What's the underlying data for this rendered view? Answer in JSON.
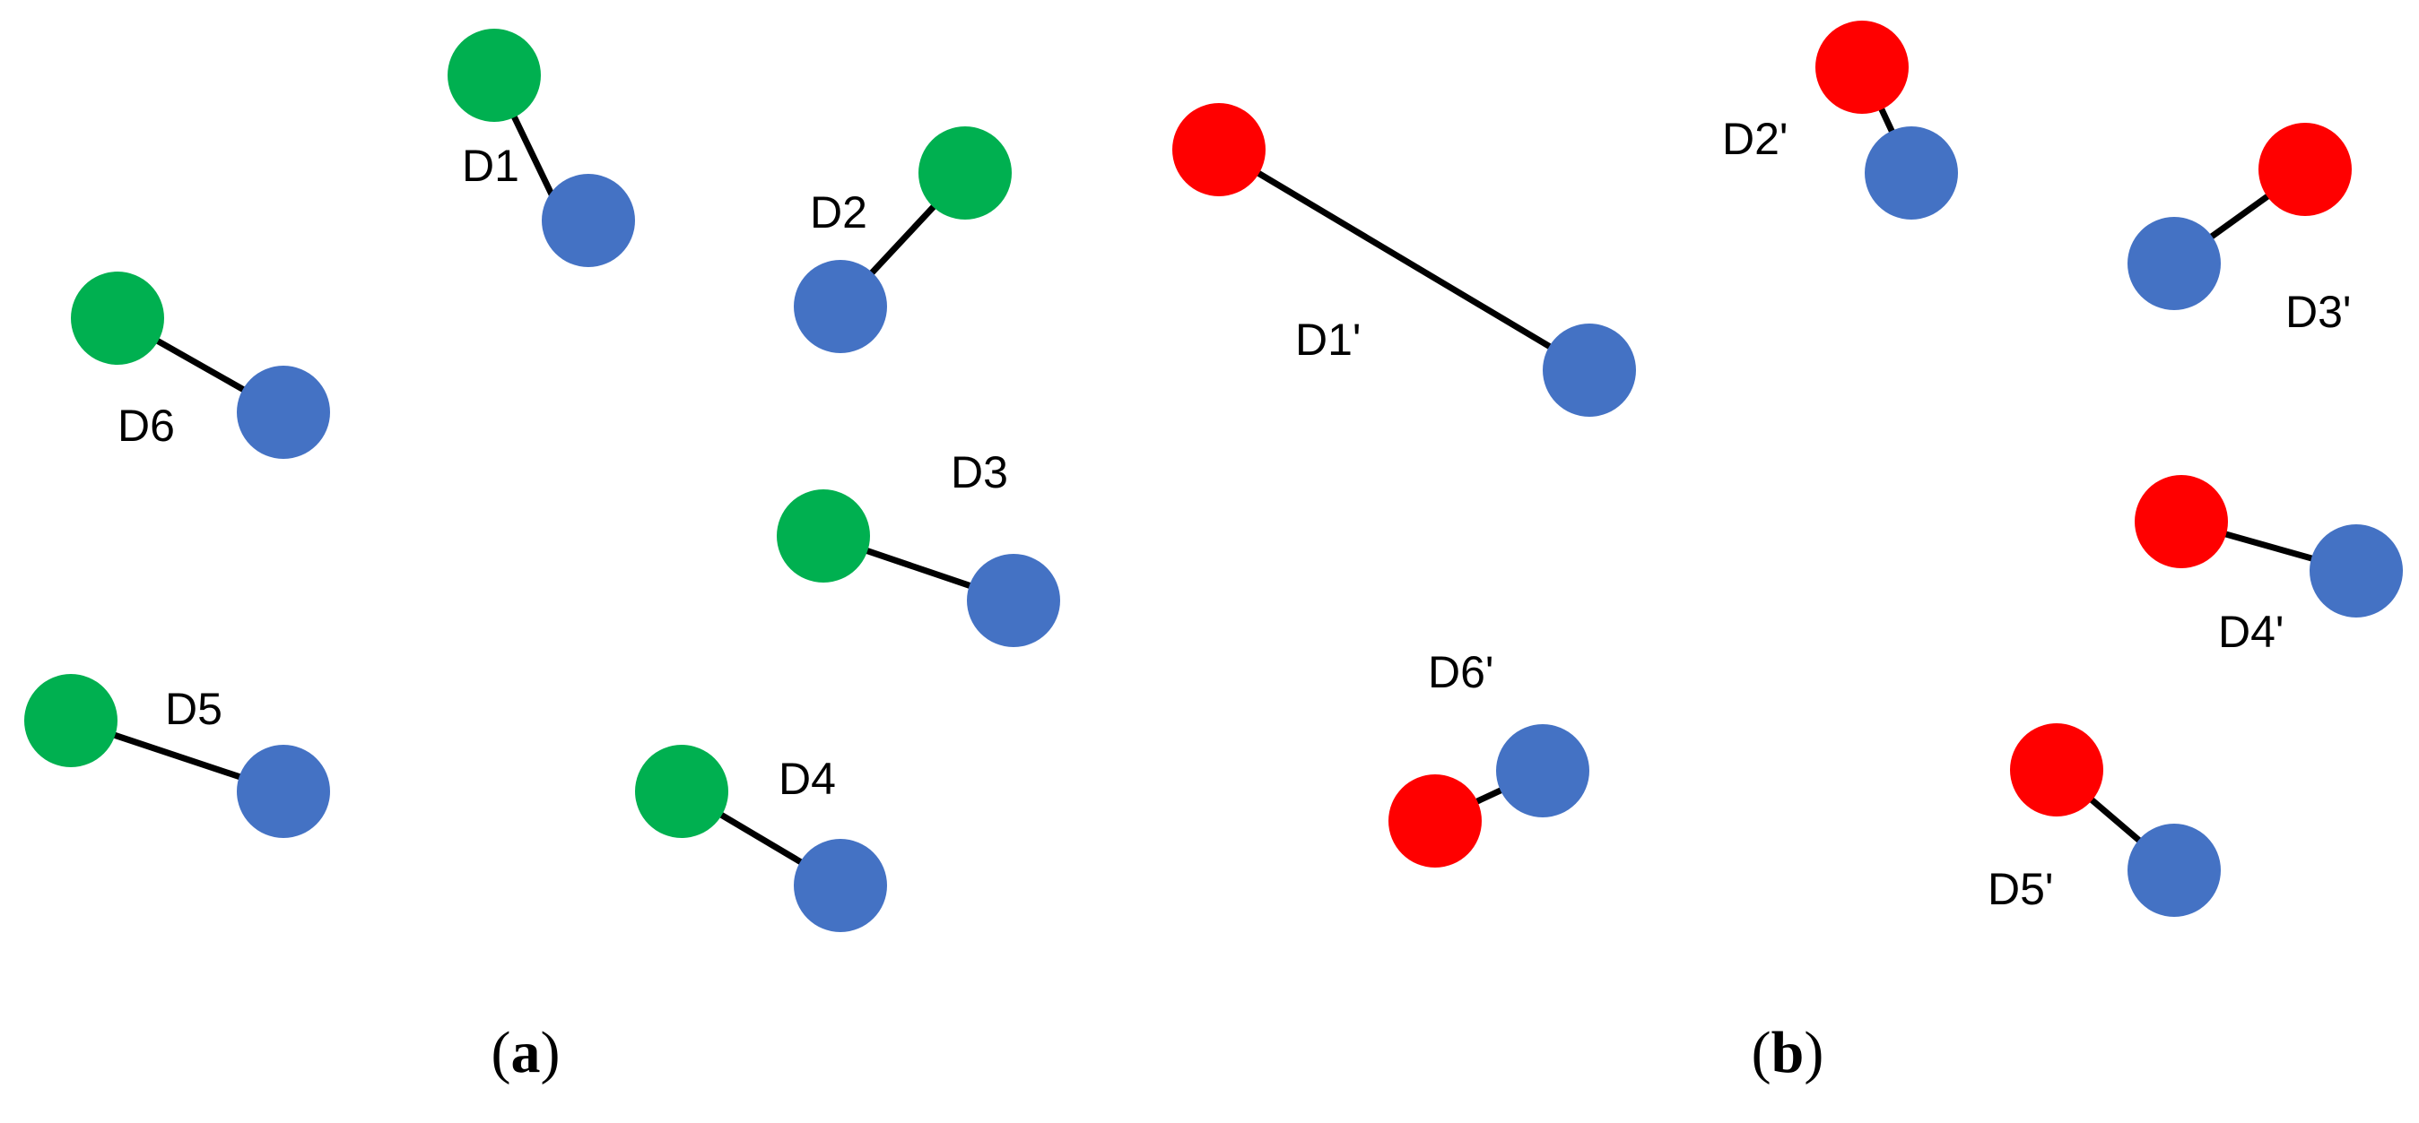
{
  "colors": {
    "green": "#00b050",
    "blue": "#4472c4",
    "red": "#ff0000",
    "bond": "#000000"
  },
  "panels": {
    "a": {
      "label": "a",
      "dipoles": [
        {
          "id": "d1",
          "label": "D1",
          "top_color": "green"
        },
        {
          "id": "d2",
          "label": "D2",
          "top_color": "green"
        },
        {
          "id": "d3",
          "label": "D3",
          "top_color": "green"
        },
        {
          "id": "d4",
          "label": "D4",
          "top_color": "green"
        },
        {
          "id": "d5",
          "label": "D5",
          "top_color": "green"
        },
        {
          "id": "d6",
          "label": "D6",
          "top_color": "green"
        }
      ]
    },
    "b": {
      "label": "b",
      "dipoles": [
        {
          "id": "d1p",
          "label": "D1'",
          "top_color": "red"
        },
        {
          "id": "d2p",
          "label": "D2'",
          "top_color": "red"
        },
        {
          "id": "d3p",
          "label": "D3'",
          "top_color": "red"
        },
        {
          "id": "d4p",
          "label": "D4'",
          "top_color": "red"
        },
        {
          "id": "d5p",
          "label": "D5'",
          "top_color": "red"
        },
        {
          "id": "d6p",
          "label": "D6'",
          "top_color": "red"
        }
      ]
    }
  }
}
